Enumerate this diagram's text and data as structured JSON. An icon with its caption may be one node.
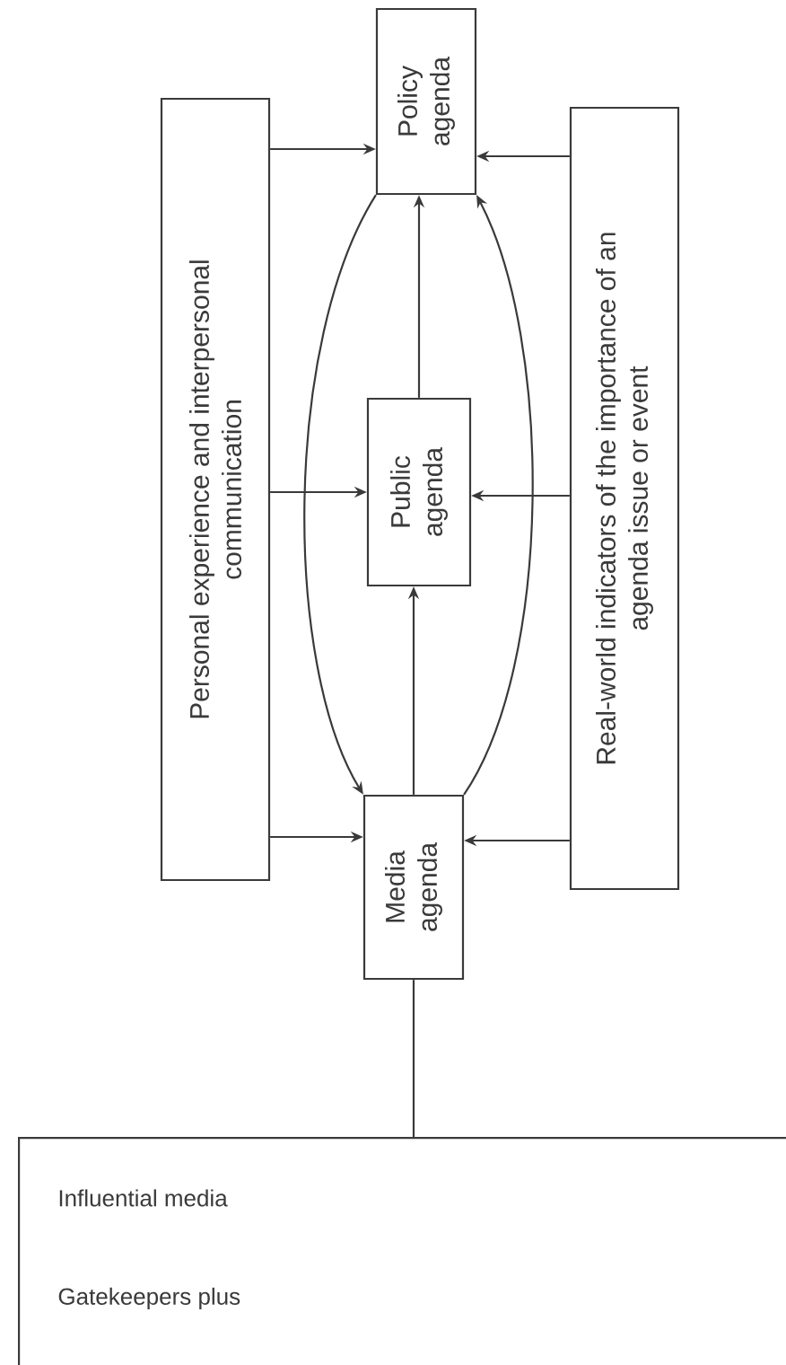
{
  "diagram": {
    "nodes": [
      {
        "text": [
          "Personal experience and interpersonal communication"
        ]
      },
      {
        "text": [
          "Policy agenda"
        ]
      },
      {
        "text": [
          "Public agenda"
        ]
      },
      {
        "text": [
          "Media agenda"
        ]
      },
      {
        "text": [
          "Real-world indicators of the importance of an agenda issue or event"
        ]
      },
      {
        "text": [
          "Influential media",
          "Gatekeepers plus"
        ]
      }
    ],
    "edges": [
      {
        "from": 0,
        "to": 1,
        "arrow": "to"
      },
      {
        "from": 0,
        "to": 2,
        "arrow": "to"
      },
      {
        "from": 0,
        "to": 3,
        "arrow": "to"
      },
      {
        "from": 4,
        "to": 1,
        "arrow": "to"
      },
      {
        "from": 4,
        "to": 2,
        "arrow": "to"
      },
      {
        "from": 4,
        "to": 3,
        "arrow": "to"
      },
      {
        "from": 3,
        "to": 2,
        "arrow": "to"
      },
      {
        "from": 2,
        "to": 1,
        "arrow": "to"
      },
      {
        "from": 1,
        "to": 3,
        "arrow": "to"
      },
      {
        "from": 3,
        "to": 1,
        "arrow": "to"
      },
      {
        "from": 5,
        "to": 3,
        "arrow": "none"
      }
    ]
  }
}
